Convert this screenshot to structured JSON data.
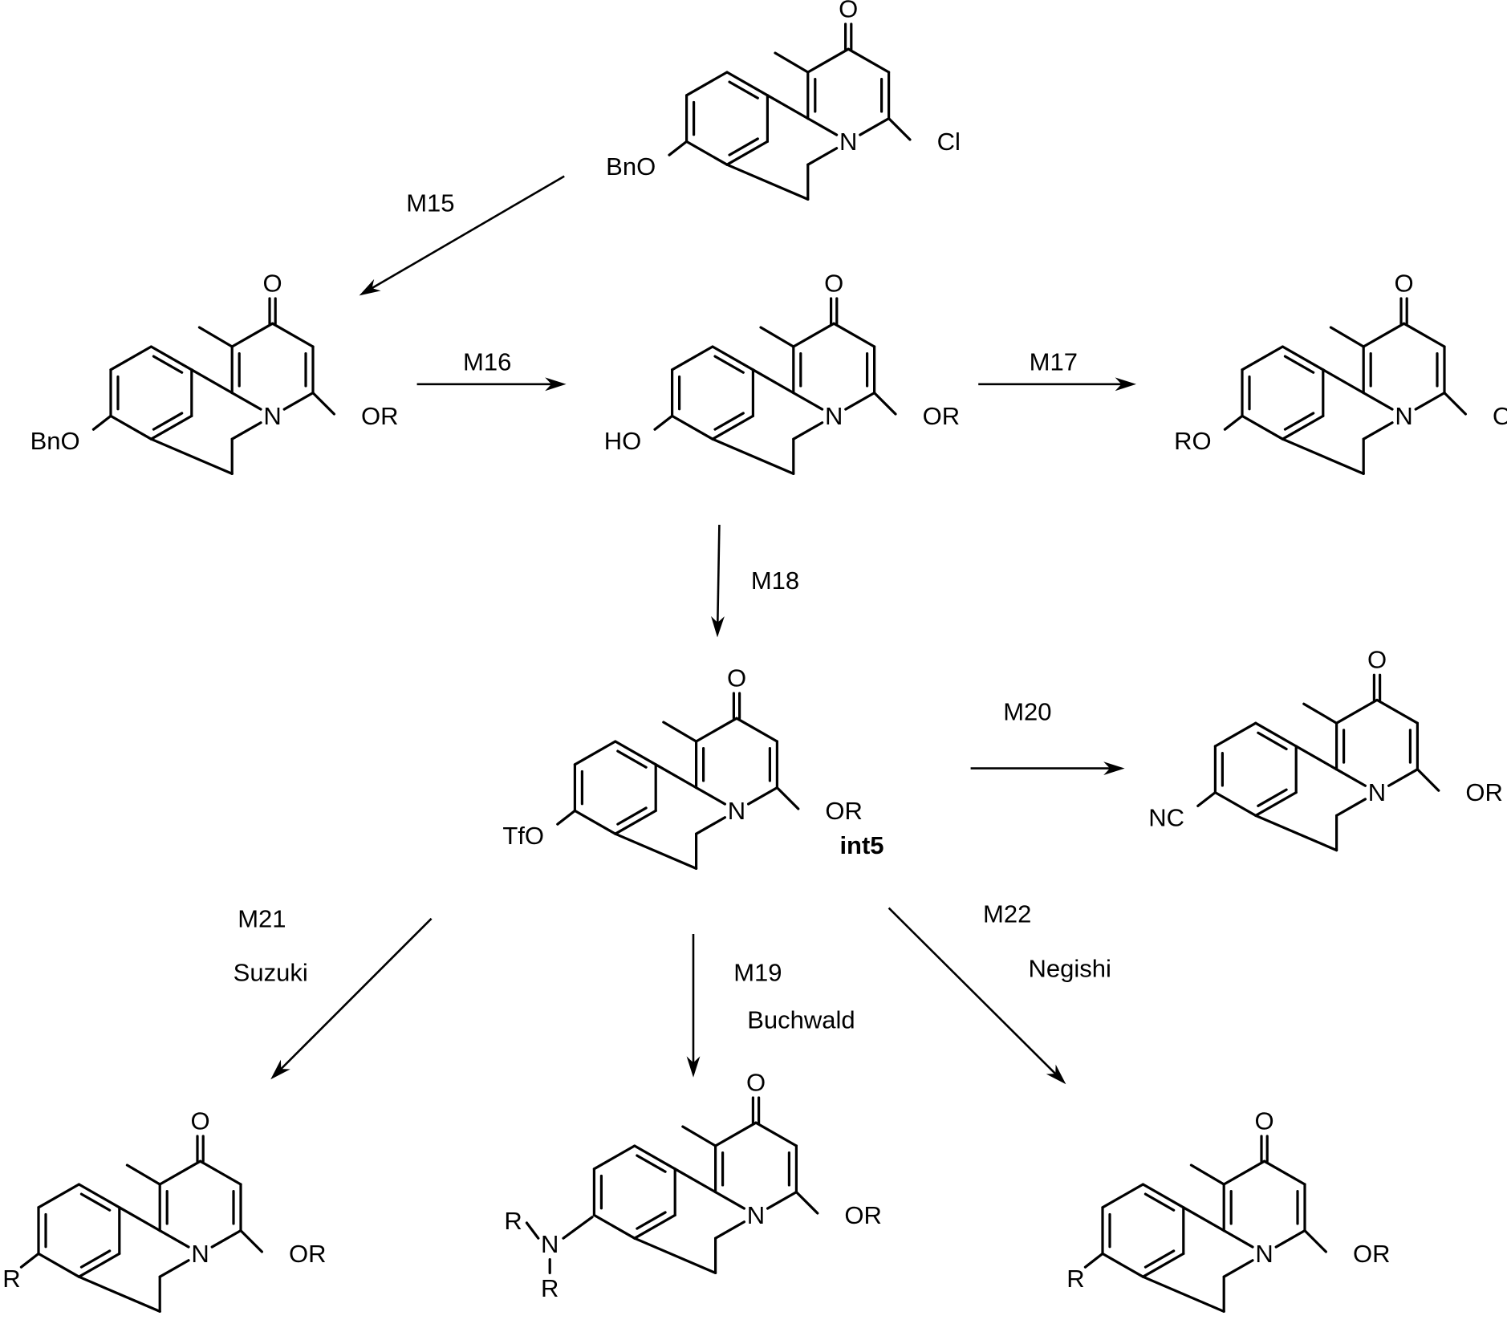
{
  "scheme": {
    "arrows": [
      {
        "id": "m15",
        "labels": [
          "M15"
        ]
      },
      {
        "id": "m16",
        "labels": [
          "M16"
        ]
      },
      {
        "id": "m17",
        "labels": [
          "M17"
        ]
      },
      {
        "id": "m18",
        "labels": [
          "M18"
        ]
      },
      {
        "id": "m20",
        "labels": [
          "M20"
        ]
      },
      {
        "id": "m21",
        "labels": [
          "M21",
          "Suzuki"
        ]
      },
      {
        "id": "m19",
        "labels": [
          "M19",
          "Buchwald"
        ]
      },
      {
        "id": "m22",
        "labels": [
          "M22",
          "Negishi"
        ]
      }
    ],
    "compounds": [
      {
        "id": "start",
        "ring_atoms": {
          "o": "O",
          "n": "N",
          "sub6": "Cl"
        },
        "substituent": "BnO"
      },
      {
        "id": "bn-ether",
        "ring_atoms": {
          "o": "O",
          "n": "N",
          "sub6": "OR"
        },
        "substituent": "BnO"
      },
      {
        "id": "phenol",
        "ring_atoms": {
          "o": "O",
          "n": "N",
          "sub6": "OR"
        },
        "substituent": "HO"
      },
      {
        "id": "ether",
        "ring_atoms": {
          "o": "O",
          "n": "N",
          "sub6": "OR"
        },
        "substituent": "RO"
      },
      {
        "id": "int5",
        "ring_atoms": {
          "o": "O",
          "n": "N",
          "sub6": "OR"
        },
        "substituent": "TfO",
        "label": "int5"
      },
      {
        "id": "nitrile",
        "ring_atoms": {
          "o": "O",
          "n": "N",
          "sub6": "OR"
        },
        "substituent": "NC"
      },
      {
        "id": "suzuki-product",
        "ring_atoms": {
          "o": "O",
          "n": "N",
          "sub6": "OR"
        },
        "substituent": "R"
      },
      {
        "id": "buchwald-product",
        "ring_atoms": {
          "o": "O",
          "n": "N",
          "sub6": "OR"
        },
        "amine": {
          "r1": "R",
          "n": "N",
          "r2": "R"
        }
      },
      {
        "id": "negishi-product",
        "ring_atoms": {
          "o": "O",
          "n": "N",
          "sub6": "OR"
        },
        "substituent": "R"
      }
    ]
  }
}
